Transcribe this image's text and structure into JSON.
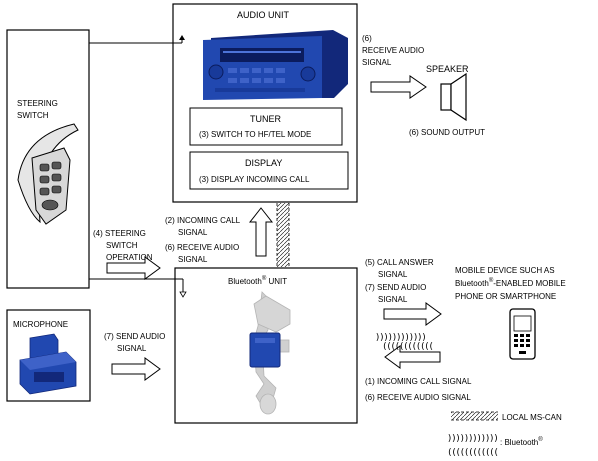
{
  "audio_unit": {
    "title": "AUDIO UNIT",
    "tuner_title": "TUNER",
    "tuner_step": "(3) SWITCH TO HF/TEL MODE",
    "display_title": "DISPLAY",
    "display_step": "(3) DISPLAY INCOMING CALL"
  },
  "steering_switch": {
    "line1": "STEERING",
    "line2": "SWITCH"
  },
  "microphone": {
    "title": "MICROPHONE"
  },
  "bluetooth_unit": {
    "prefix": "Bluetooth",
    "registered": "®",
    "suffix": " UNIT"
  },
  "speaker": {
    "title": "SPEAKER",
    "receive_line1": "(6)",
    "receive_line2": "RECEIVE AUDIO",
    "receive_line3": "SIGNAL",
    "output": "(6) SOUND OUTPUT"
  },
  "mid_signals": {
    "incoming_line1": "(2) INCOMING CALL",
    "incoming_line2": "SIGNAL",
    "receive_line1": "(6) RECEIVE AUDIO",
    "receive_line2": "SIGNAL"
  },
  "steering_operation": {
    "line1": "(4) STEERING",
    "line2": "SWITCH",
    "line3": "OPERATION"
  },
  "mic_send": {
    "line1": "(7) SEND AUDIO",
    "line2": "SIGNAL"
  },
  "mobile_signals": {
    "answer_line1": "(5) CALL ANSWER",
    "answer_line2": "SIGNAL",
    "send_line1": "(7) SEND AUDIO",
    "send_line2": "SIGNAL",
    "incoming": "(1) INCOMING CALL SIGNAL",
    "receive": "(6) RECEIVE AUDIO SIGNAL"
  },
  "mobile_device": {
    "line1": "MOBILE DEVICE SUCH AS",
    "line2_prefix": "Bluetooth",
    "line2_reg": "®",
    "line2_suffix": "-ENABLED MOBILE",
    "line3": "PHONE OR SMARTPHONE"
  },
  "legend": {
    "can_label": "LOCAL MS-CAN",
    "bt_prefix": ": Bluetooth",
    "bt_reg": "®"
  },
  "colors": {
    "component_blue": "#2148b0",
    "component_dark": "#12287a",
    "ghost_gray": "#c4c4c4"
  }
}
